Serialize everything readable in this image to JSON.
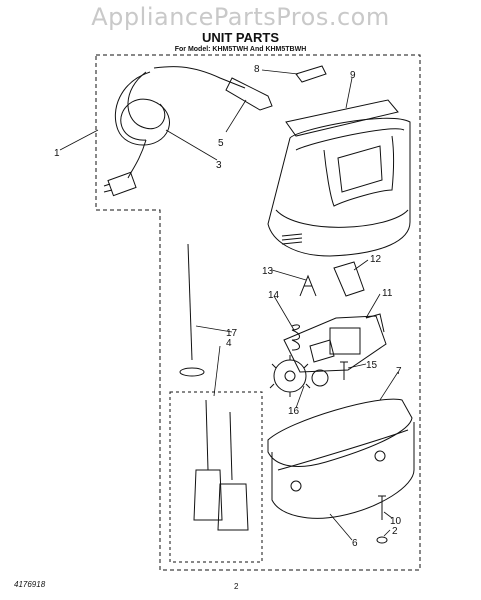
{
  "watermark": "AppliancePartsPros.com",
  "title": "UNIT PARTS",
  "subtitle": "For Model: KHM5TWH And KHM5TBWH",
  "footer": {
    "doc_number": "4176918",
    "page_number": "2"
  },
  "callouts": [
    "1",
    "2",
    "3",
    "4",
    "5",
    "6",
    "7",
    "8",
    "9",
    "10",
    "11",
    "12",
    "13",
    "14",
    "15",
    "16",
    "17"
  ]
}
